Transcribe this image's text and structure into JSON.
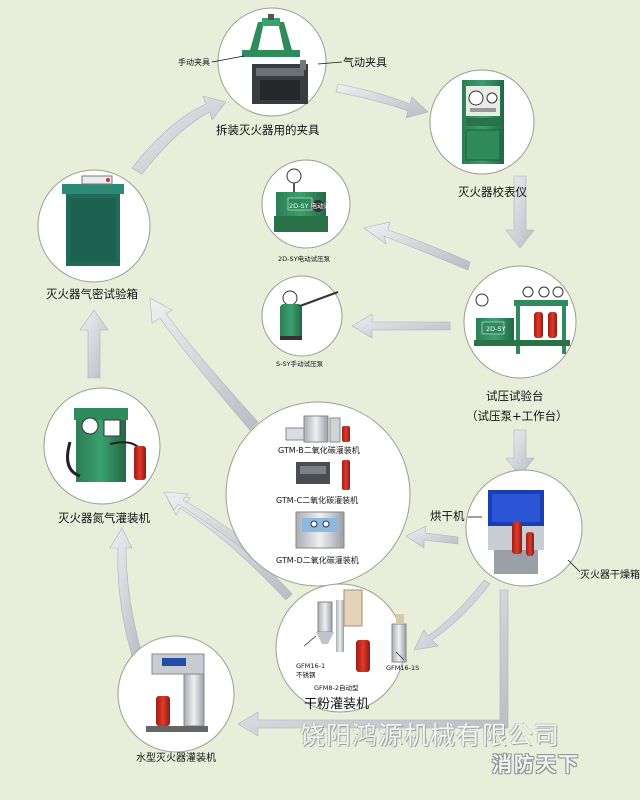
{
  "colors": {
    "background": "#e9eedb",
    "machine_green": "#2f8a5c",
    "arrow_grey": "#c9ccd2",
    "extinguisher_red": "#c62a1f"
  },
  "equipment": {
    "clamps": {
      "title": "拆装灭火器用的夹具",
      "manual_clamp": "手动夹具",
      "pneumatic_clamp": "气动夹具"
    },
    "calibrator": {
      "title": "灭火器校表仪"
    },
    "electric_pump": {
      "label": "2D-SY电动试压泵",
      "plate_text": "2D-SY 电动试压泵"
    },
    "manual_pump": {
      "label": "S-SY手动试压泵"
    },
    "pressure_bench": {
      "title_line1": "试压试验台",
      "title_line2": "（试压泵+工作台）",
      "plate_text": "2D-SY"
    },
    "dryer": {
      "side_label": "烘干机",
      "title": "灭火器干燥箱"
    },
    "co2_fillers": {
      "items": [
        "GTM-B二氧化碳灌装机",
        "GTM-C二氧化碳灌装机",
        "GTM-D二氧化碳灌装机"
      ]
    },
    "airtight_box": {
      "title": "灭火器气密试验箱"
    },
    "nitrogen_filler": {
      "title": "灭火器氮气灌装机"
    },
    "powder_filler": {
      "title": "干粉灌装机",
      "sub_left_line1": "GFM16-1",
      "sub_left_line2": "不锈钢",
      "sub_right": "GFM16-1S",
      "sub_bottom": "GFM8-2自动型"
    },
    "water_filler": {
      "title": "水型灭火器灌装机"
    }
  },
  "watermark": {
    "company": "饶阳鸿源机械有限公司",
    "slogan": "消防天下"
  }
}
